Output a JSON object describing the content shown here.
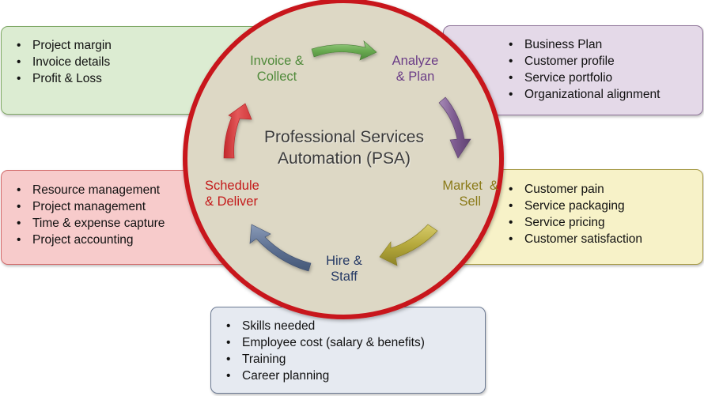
{
  "title": "Professional Services Automation (PSA)",
  "colors": {
    "circle_fill": "#ddd8c5",
    "circle_ring": "#c8151b",
    "green": "#5c9a45",
    "purple": "#7a5a8c",
    "yellow": "#b1a53a",
    "blue": "#5a6d8e",
    "red": "#d9363a"
  },
  "stages": {
    "invoice": "Invoice & Collect",
    "analyze": "Analyze & Plan",
    "market": "Market & Sell",
    "hire": "Hire & Staff",
    "schedule": "Schedule & Deliver"
  },
  "stage_lines": {
    "invoice": [
      "Invoice &",
      "Collect"
    ],
    "analyze": [
      "Analyze",
      "& Plan"
    ],
    "market": [
      "Market  &",
      "Sell"
    ],
    "hire": [
      "Hire &",
      "Staff"
    ],
    "schedule": [
      "Schedule",
      "& Deliver"
    ]
  },
  "center_lines": [
    "Professional Services",
    "Automation (PSA)"
  ],
  "boxes": {
    "invoice": [
      "Project margin",
      "Invoice  details",
      "Profit & Loss"
    ],
    "analyze": [
      "Business Plan",
      "Customer profile",
      "Service portfolio",
      "Organizational alignment"
    ],
    "schedule": [
      "Resource management",
      "Project management",
      "Time & expense capture",
      "Project accounting"
    ],
    "market": [
      "Customer pain",
      "Service packaging",
      "Service pricing",
      "Customer satisfaction"
    ],
    "hire": [
      "Skills needed",
      "Employee cost  (salary & benefits)",
      "Training",
      "Career planning"
    ]
  }
}
